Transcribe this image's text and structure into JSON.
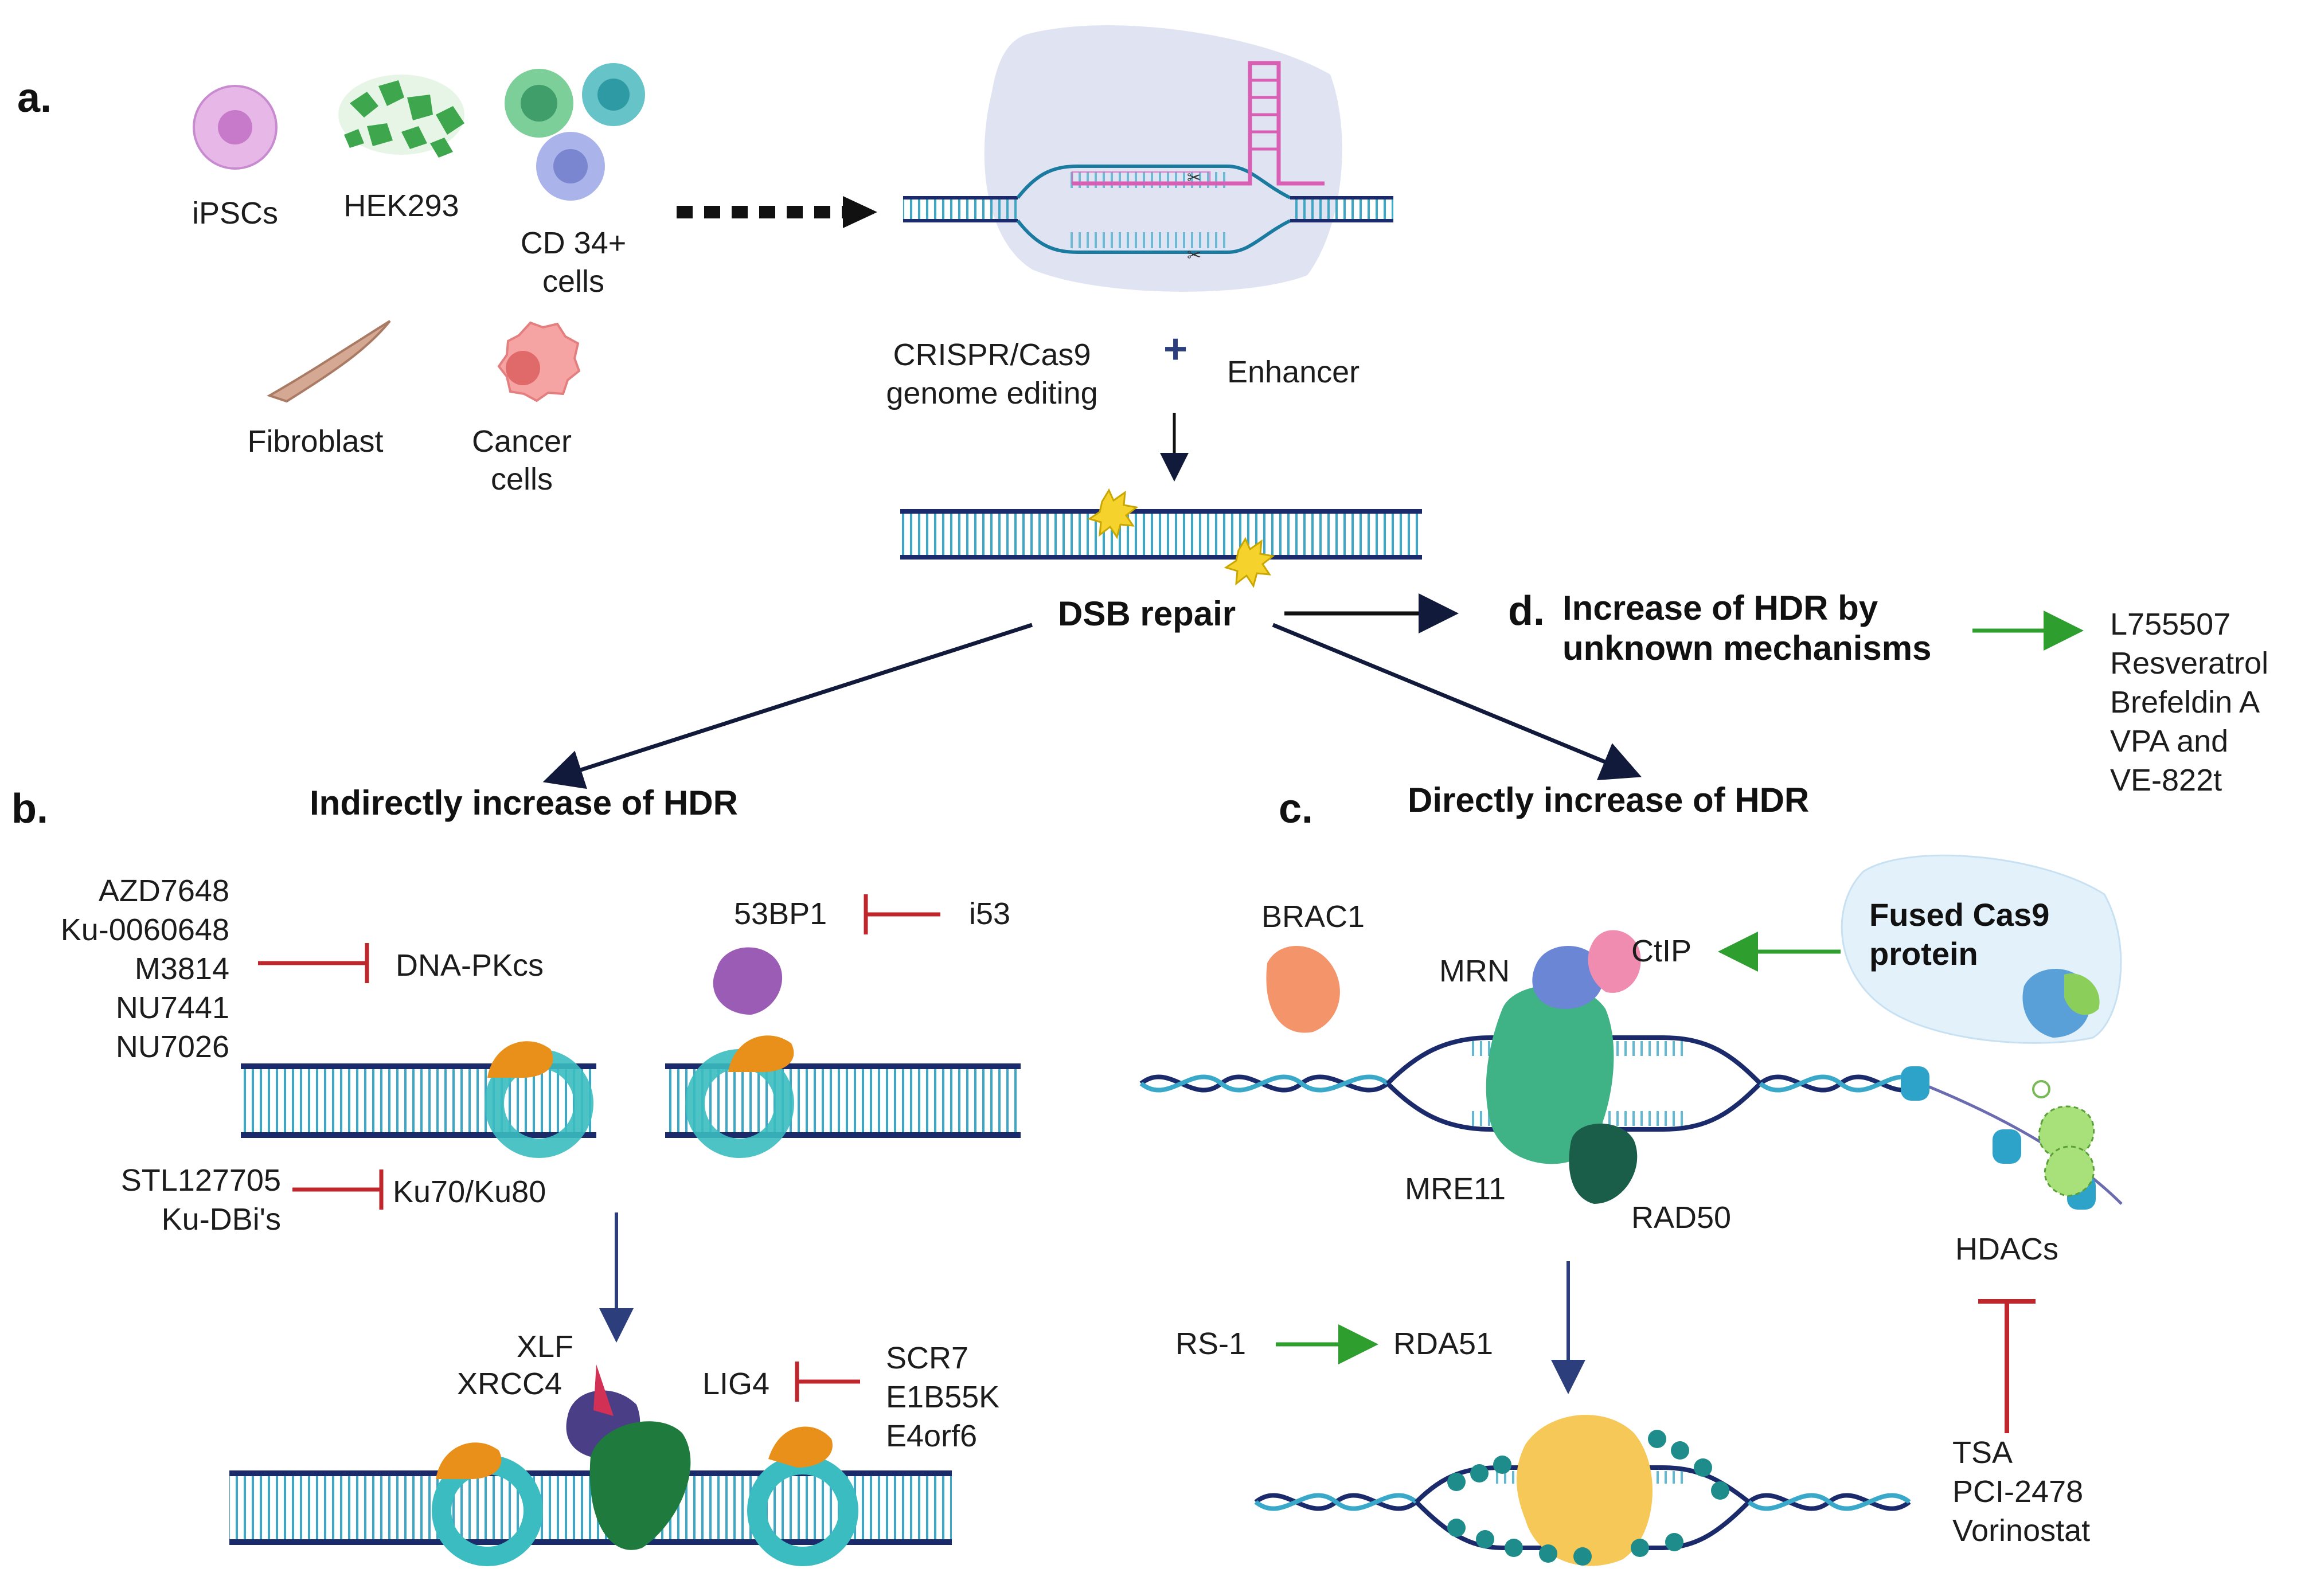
{
  "panels": {
    "a": "a.",
    "b": "b.",
    "c": "c.",
    "d": "d."
  },
  "cells": {
    "ipscs": "iPSCs",
    "hek293": "HEK293",
    "cd34_line1": "CD 34+",
    "cd34_line2": "cells",
    "fibroblast": "Fibroblast",
    "cancer_line1": "Cancer",
    "cancer_line2": "cells"
  },
  "editing": {
    "crispr_line1": "CRISPR/Cas9",
    "crispr_line2": "genome editing",
    "plus": "+",
    "enhancer": "Enhancer"
  },
  "dsb_repair": "DSB repair",
  "headings": {
    "indirect": "Indirectly increase of HDR",
    "direct": "Directly increase of HDR",
    "unknown_line1": "Increase of HDR by",
    "unknown_line2": "unknown mechanisms"
  },
  "unknown_compounds": [
    "L755507",
    "Resveratrol",
    "Brefeldin A",
    "VPA and",
    "VE-822t"
  ],
  "panel_b": {
    "dnapkcs_inhibitors": [
      "AZD7648",
      "Ku-0060648",
      "M3814",
      "NU7441",
      "NU7026"
    ],
    "dnapkcs": "DNA-PKcs",
    "ku_inhibitors": [
      "STL127705",
      "Ku-DBi's"
    ],
    "ku": "Ku70/Ku80",
    "p53bp1": "53BP1",
    "i53": "i53",
    "xlf": "XLF",
    "xrcc4": "XRCC4",
    "lig4": "LIG4",
    "lig4_inhibitors": [
      "SCR7",
      "E1B55K",
      "E4orf6"
    ]
  },
  "panel_c": {
    "brac1": "BRAC1",
    "mrn": "MRN",
    "ctip": "CtIP",
    "fused_line1": "Fused Cas9",
    "fused_line2": "protein",
    "mre11": "MRE11",
    "rad50": "RAD50",
    "hdacs": "HDACs",
    "rs1": "RS-1",
    "rda51": "RDA51",
    "hdac_inhibitors": [
      "TSA",
      "PCI-2478",
      "Vorinostat"
    ]
  },
  "colors": {
    "dna_navy": "#1b2a6b",
    "dna_teal": "#3aa9c9",
    "inhibit_red": "#c0272d",
    "activate_green": "#2e9e2e",
    "arrow_navy": "#1a2350",
    "cas9_blob": "#dfe3f2"
  }
}
